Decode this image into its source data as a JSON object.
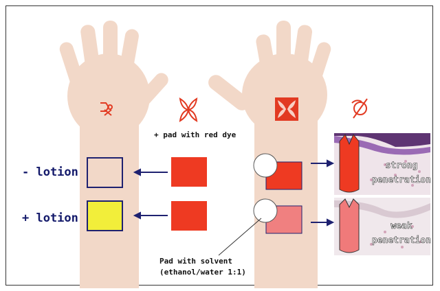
{
  "labels": {
    "minus_lotion": "- lotion",
    "plus_lotion": "+ lotion",
    "pad_red_dye": "+ pad with red dye",
    "pad_solvent_line1": "Pad with solvent",
    "pad_solvent_line2": "(ethanol/water 1:1)",
    "strong_line1": "strong",
    "strong_line2": "penetration",
    "weak_line1": "weak",
    "weak_line2": "penetration"
  },
  "symbols": [
    "inhibit-flower-icon",
    "cross-flower-icon",
    "filled-flower-icon",
    "no-sign-icon"
  ],
  "colors": {
    "skin": "#f2d8c8",
    "dye_red": "#ee3a22",
    "lotion_yellow": "#f2ee3a",
    "box_outline": "#1e2170",
    "arrow": "#1e2170",
    "weak_pink": "#f08080"
  }
}
